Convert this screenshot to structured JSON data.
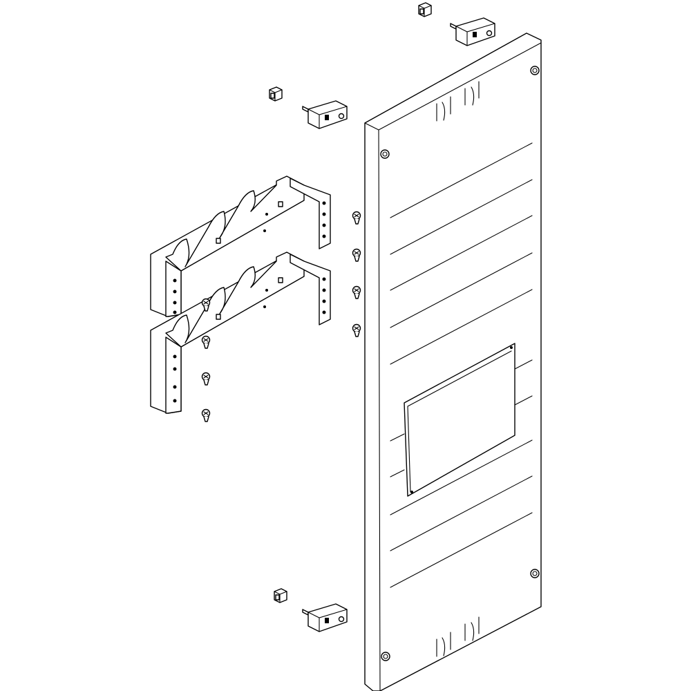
{
  "diagram": {
    "type": "exploded-assembly-line-drawing",
    "colors": {
      "stroke": "#000000",
      "background": "#ffffff"
    },
    "components": [
      "cover-panel",
      "mounting-bracket-upper",
      "mounting-bracket-lower",
      "screw",
      "hinge-connector",
      "nut-clip"
    ]
  }
}
